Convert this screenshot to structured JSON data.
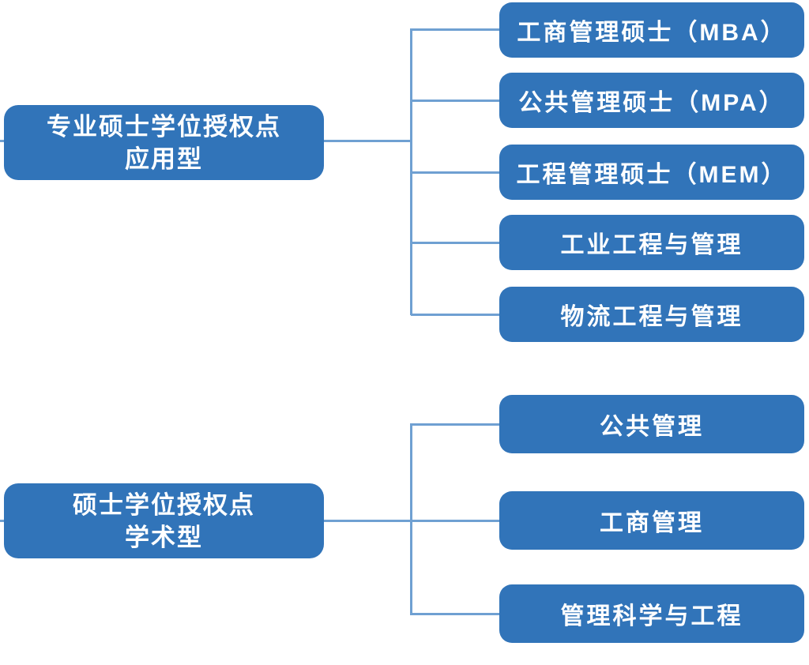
{
  "diagram": {
    "groups": [
      {
        "parent": {
          "line1": "专业硕士学位授权点",
          "line2": "应用型"
        },
        "children": [
          "工商管理硕士（MBA）",
          "公共管理硕士（MPA）",
          "工程管理硕士（MEM）",
          "工业工程与管理",
          "物流工程与管理"
        ]
      },
      {
        "parent": {
          "line1": "硕士学位授权点",
          "line2": "学术型"
        },
        "children": [
          "公共管理",
          "工商管理",
          "管理科学与工程"
        ]
      }
    ]
  },
  "colors": {
    "node_fill": "#3174B9",
    "connector": "#6FA0D2",
    "text": "#FFFFFF",
    "background": "#FFFFFF"
  }
}
